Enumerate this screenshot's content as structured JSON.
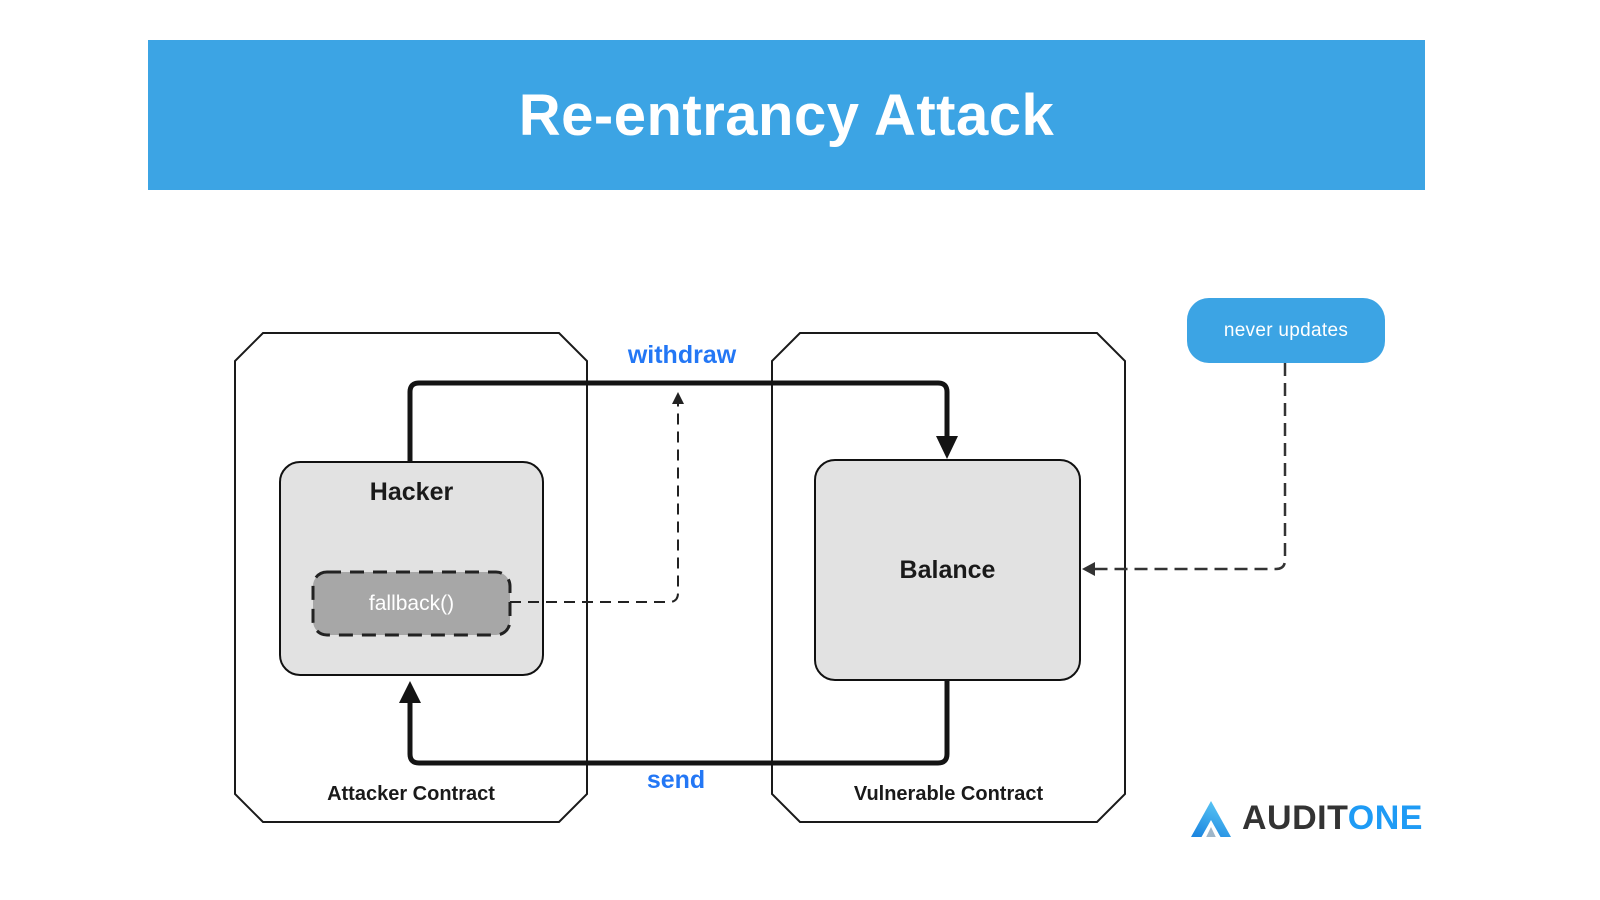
{
  "header": {
    "title": "Re-entrancy Attack"
  },
  "containers": {
    "attacker": {
      "label": "Attacker Contract"
    },
    "vulnerable": {
      "label": "Vulnerable Contract"
    }
  },
  "nodes": {
    "hacker": {
      "label": "Hacker"
    },
    "fallback": {
      "label": "fallback()"
    },
    "balance": {
      "label": "Balance"
    },
    "never_updates": {
      "label": "never updates"
    }
  },
  "edges": {
    "withdraw": {
      "label": "withdraw",
      "style": "solid"
    },
    "send": {
      "label": "send",
      "style": "solid"
    },
    "fallback_to_withdraw": {
      "label": "",
      "style": "dashed"
    },
    "never_updates_to_balance": {
      "label": "",
      "style": "dashed"
    }
  },
  "logo": {
    "part_dark": "AUDIT",
    "part_blue": "ONE",
    "icon": "auditone-triangle-icon"
  },
  "colors": {
    "banner_blue": "#3CA4E4",
    "never_updates_blue": "#3CA4E4",
    "edge_label_blue": "#2377F5",
    "node_gray": "#E2E2E2",
    "fallback_gray": "#A7A7A7",
    "line_black": "#141414",
    "logo_dark": "#333333",
    "logo_blue": "#1E9BF5"
  }
}
